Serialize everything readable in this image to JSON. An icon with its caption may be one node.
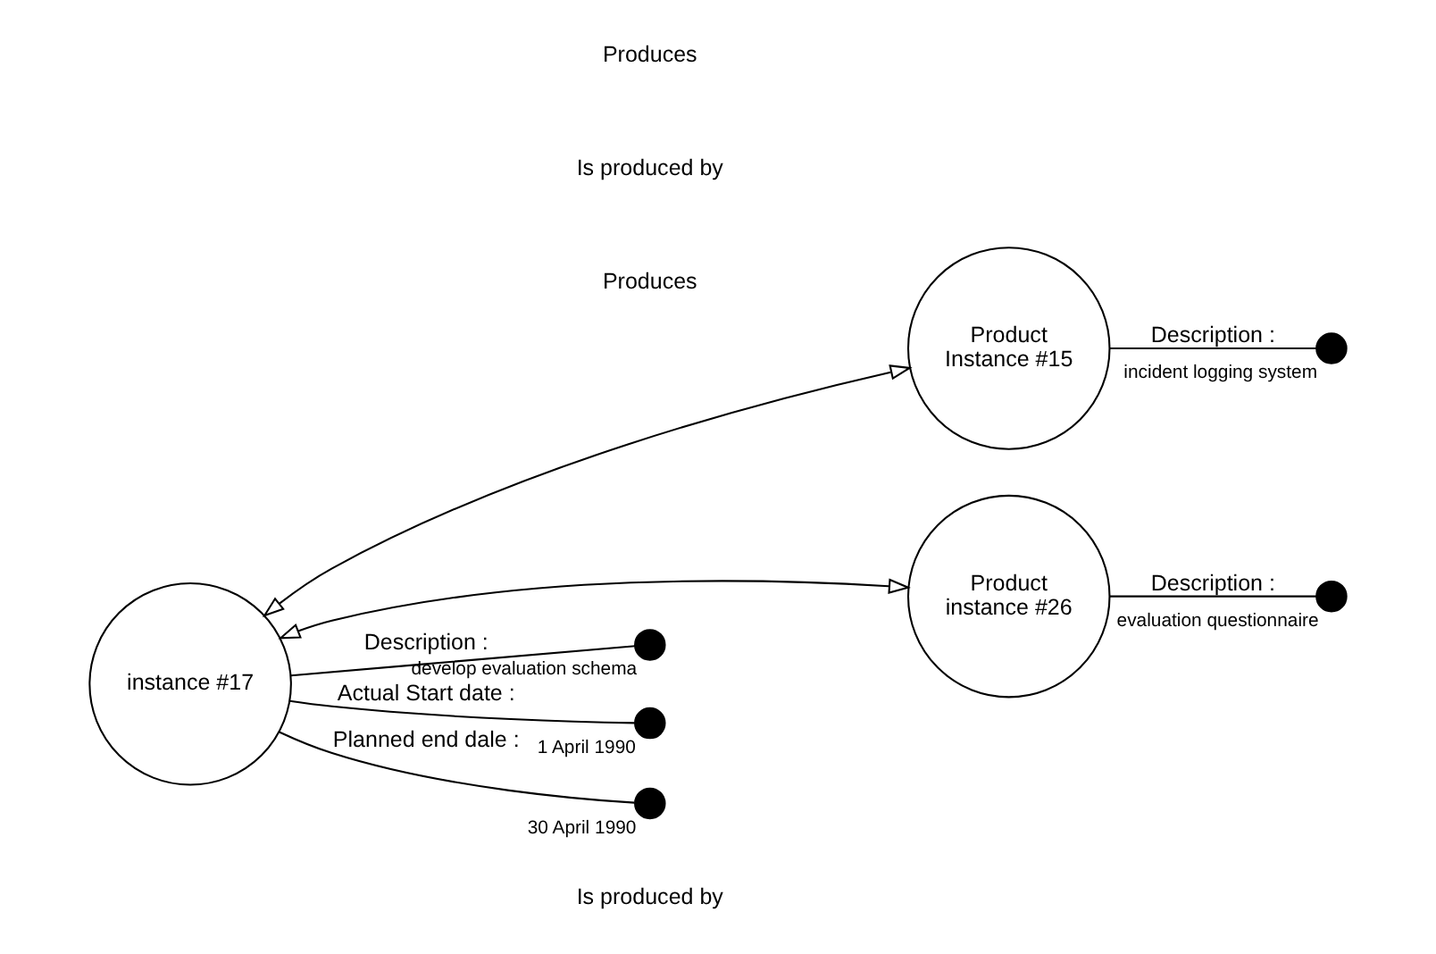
{
  "diagram": {
    "nodes": [
      {
        "text": [
          "Product",
          "Instance #15"
        ]
      },
      {
        "text": [],
        "shape": "circle",
        "beside": [
          "incident logging system"
        ]
      },
      {
        "text": [
          "instance #17"
        ]
      },
      {
        "text": [
          "Product",
          "instance #26"
        ]
      },
      {
        "text": [],
        "shape": "circle",
        "beside": [
          "develop evaluation schema"
        ]
      },
      {
        "text": [],
        "shape": "circle",
        "beside": [
          "evaluation questionnaire"
        ]
      },
      {
        "text": [],
        "shape": "circle",
        "beside": [
          "1 April 1990"
        ]
      },
      {
        "text": [],
        "shape": "circle",
        "beside": [
          "30 April 1990"
        ]
      }
    ],
    "edges": [
      {
        "from": 2,
        "to": 0,
        "arrow": "both"
      },
      {
        "from": 2,
        "to": 3,
        "arrow": "both"
      },
      {
        "from": 0,
        "to": 1,
        "arrow": "none",
        "label": "Description :"
      },
      {
        "from": 2,
        "to": 4,
        "arrow": "none",
        "label": "Description :"
      },
      {
        "from": 3,
        "to": 5,
        "arrow": "none",
        "label": "Description :"
      },
      {
        "from": 2,
        "to": 6,
        "arrow": "none",
        "label": "Actual Start date :"
      },
      {
        "from": 2,
        "to": 7,
        "arrow": "none",
        "label": "Planned end dale :"
      }
    ],
    "labels": [
      "Is produced by",
      "Produces",
      "Is produced by",
      "Produces"
    ]
  }
}
